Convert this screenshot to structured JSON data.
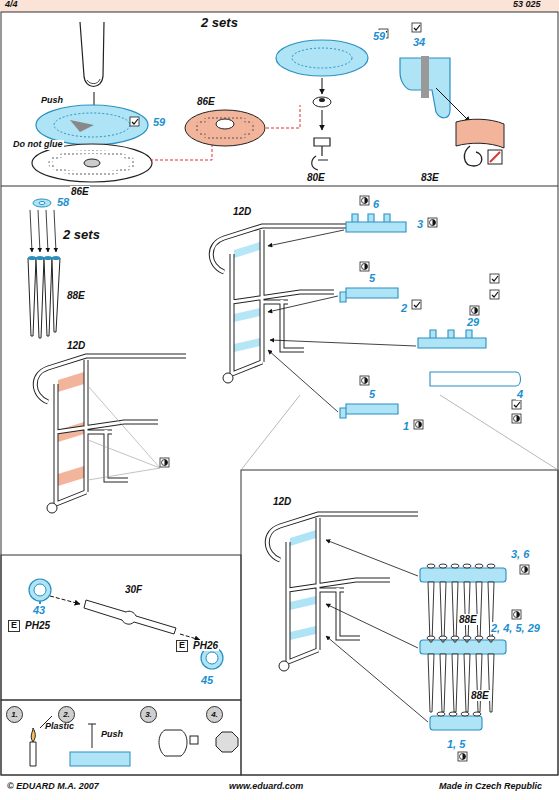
{
  "diagram": {
    "nodes": [
      {
        "text": [
          "1."
        ]
      },
      {
        "text": [
          "2."
        ]
      },
      {
        "text": [
          "3."
        ]
      },
      {
        "text": [
          "4."
        ]
      }
    ],
    "labels": [
      "4/4",
      "53 025",
      "2 sets",
      "Push",
      "59",
      "Do not glue",
      "86E",
      "86E",
      "59",
      "80E",
      "34",
      "83E",
      "58",
      "2 sets",
      "88E",
      "12D",
      "6",
      "3",
      "5",
      "2",
      "29",
      "4",
      "12D",
      "5",
      "1",
      "43",
      "E",
      "PH25",
      "30F",
      "E",
      "PH26",
      "45",
      "12D",
      "3, 6",
      "88E",
      "2, 4, 5, 29",
      "88E",
      "1, 5",
      "Plastic",
      "Push",
      "© EDUARD  M.A. 2007",
      "www.eduard.com",
      "Made in Czech Republic"
    ]
  }
}
